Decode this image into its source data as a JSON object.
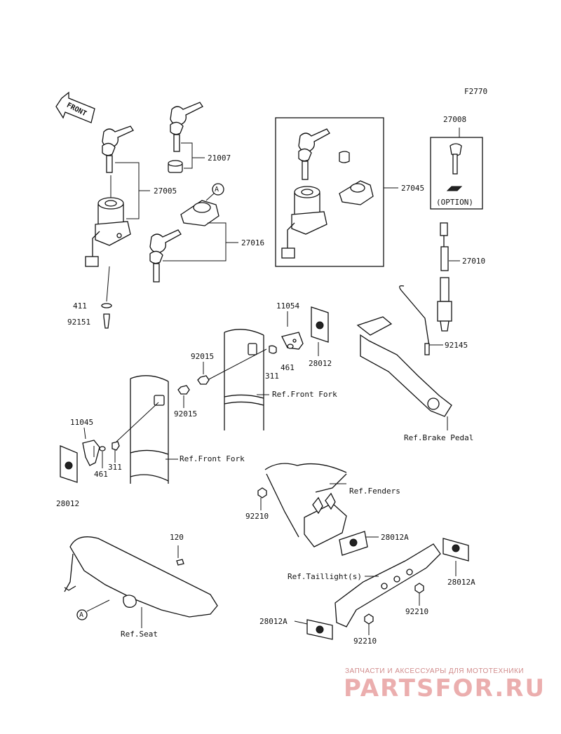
{
  "figure_code": "F2770",
  "front_arrow_label": "FRONT",
  "callout_letter": "A",
  "option_label": "(OPTION)",
  "parts": [
    {
      "id": "p27005",
      "label": "27005"
    },
    {
      "id": "p21007",
      "label": "21007"
    },
    {
      "id": "p27016",
      "label": "27016"
    },
    {
      "id": "p27045",
      "label": "27045"
    },
    {
      "id": "p27008",
      "label": "27008"
    },
    {
      "id": "p27010",
      "label": "27010"
    },
    {
      "id": "p411",
      "label": "411"
    },
    {
      "id": "p92151",
      "label": "92151"
    },
    {
      "id": "p11054",
      "label": "11054"
    },
    {
      "id": "p28012a",
      "label": "28012"
    },
    {
      "id": "p92015a",
      "label": "92015"
    },
    {
      "id": "p461a",
      "label": "461"
    },
    {
      "id": "p311a",
      "label": "311"
    },
    {
      "id": "p92145",
      "label": "92145"
    },
    {
      "id": "p92015b",
      "label": "92015"
    },
    {
      "id": "p11045",
      "label": "11045"
    },
    {
      "id": "p461b",
      "label": "461"
    },
    {
      "id": "p311b",
      "label": "311"
    },
    {
      "id": "p28012b",
      "label": "28012"
    },
    {
      "id": "p92210a",
      "label": "92210"
    },
    {
      "id": "p28012A1",
      "label": "28012A"
    },
    {
      "id": "p28012A2",
      "label": "28012A"
    },
    {
      "id": "p92210b",
      "label": "92210"
    },
    {
      "id": "p28012A3",
      "label": "28012A"
    },
    {
      "id": "p92210c",
      "label": "92210"
    },
    {
      "id": "p120",
      "label": "120"
    }
  ],
  "refs": {
    "front_fork": "Ref.Front Fork",
    "brake_pedal": "Ref.Brake Pedal",
    "fenders": "Ref.Fenders",
    "taillight": "Ref.Taillight(s)",
    "seat": "Ref.Seat"
  },
  "watermark": {
    "tagline": "ЗАПЧАСТИ И АКСЕССУАРЫ ДЛЯ МОТОТЕХНИКИ",
    "brand": "PARTSFOR.RU",
    "color": "#e8a0a0"
  }
}
